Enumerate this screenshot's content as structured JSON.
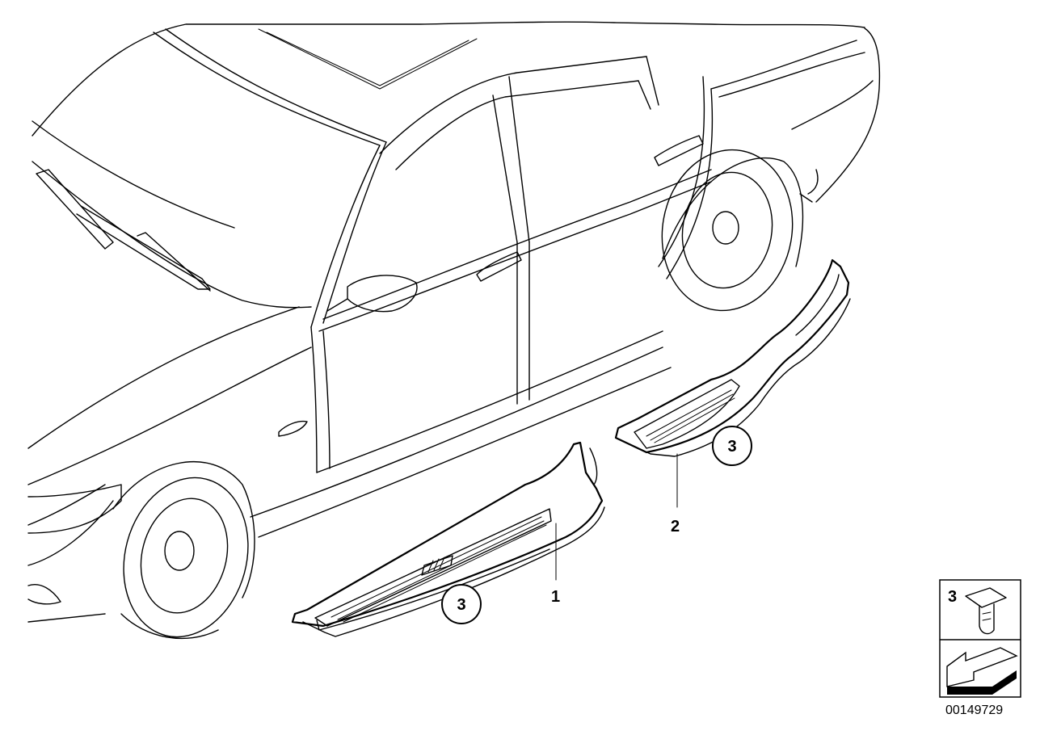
{
  "diagram": {
    "part_labels": [
      "1",
      "2"
    ],
    "callouts": [
      "3",
      "3"
    ],
    "legend": {
      "item_number": "3",
      "item_icon": "push-clip-icon",
      "direction_icon": "arrow-icon"
    },
    "drawing_code": "00149729"
  }
}
